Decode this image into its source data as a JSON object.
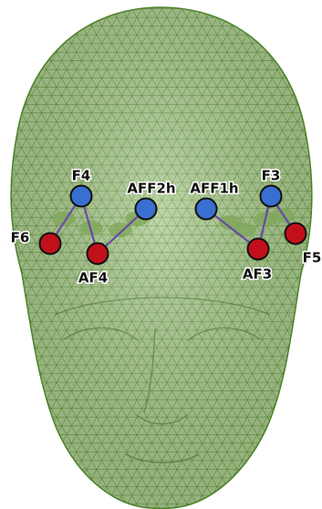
{
  "colors": {
    "mesh_fill": "#a9c98c",
    "mesh_line": "#4e8a2a",
    "source_channel": "#3a6fd2",
    "detector_channel": "#c2101a",
    "connection": "#6a4aa6",
    "patch": "#7fa85a"
  },
  "channels": [
    {
      "id": "F4",
      "role": "source",
      "label": "F4"
    },
    {
      "id": "AFF2h",
      "role": "source",
      "label": "AFF2h"
    },
    {
      "id": "AFF1h",
      "role": "source",
      "label": "AFF1h"
    },
    {
      "id": "F3",
      "role": "source",
      "label": "F3"
    },
    {
      "id": "F6",
      "role": "detector",
      "label": "F6"
    },
    {
      "id": "AF4",
      "role": "detector",
      "label": "AF4"
    },
    {
      "id": "AF3",
      "role": "detector",
      "label": "AF3"
    },
    {
      "id": "F5",
      "role": "detector",
      "label": "F5"
    }
  ],
  "connections": [
    [
      "F4",
      "F6"
    ],
    [
      "F4",
      "AF4"
    ],
    [
      "AF4",
      "AFF2h"
    ],
    [
      "AFF1h",
      "AF3"
    ],
    [
      "AF3",
      "F3"
    ],
    [
      "F3",
      "F5"
    ]
  ]
}
